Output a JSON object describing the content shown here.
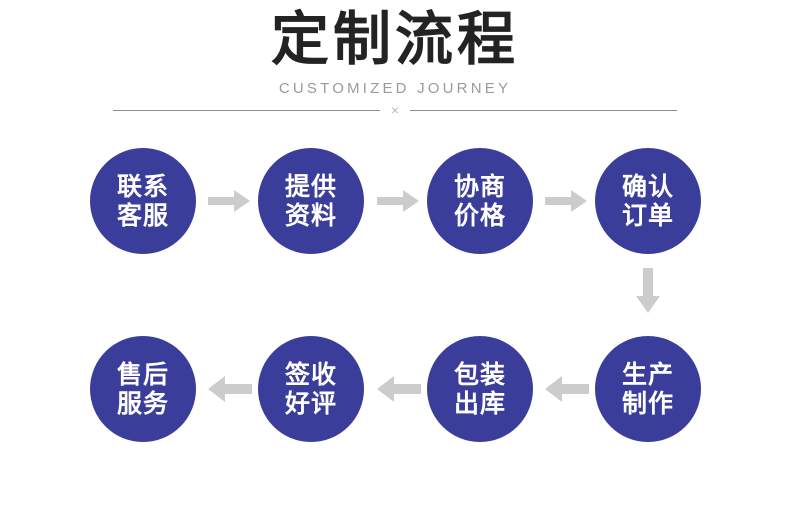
{
  "header": {
    "title": "定制流程",
    "subtitle": "CUSTOMIZED JOURNEY",
    "divider_mark": "×"
  },
  "colors": {
    "node_fill": "#3b3d9b",
    "node_text": "#ffffff",
    "title_text": "#232323",
    "subtitle_text": "#9a9a9a",
    "arrow": "#cccccc",
    "divider_rule": "#8c8c8c",
    "background": "#ffffff"
  },
  "flow": {
    "rows": [
      {
        "direction": "right",
        "nodes": [
          {
            "line1": "联系",
            "line2": "客服"
          },
          {
            "line1": "提供",
            "line2": "资料"
          },
          {
            "line1": "协商",
            "line2": "价格"
          },
          {
            "line1": "确认",
            "line2": "订单"
          }
        ]
      },
      {
        "direction": "left",
        "nodes": [
          {
            "line1": "生产",
            "line2": "制作"
          },
          {
            "line1": "包装",
            "line2": "出库"
          },
          {
            "line1": "签收",
            "line2": "好评"
          },
          {
            "line1": "售后",
            "line2": "服务"
          }
        ]
      }
    ],
    "connector_down": "arrow-down"
  }
}
